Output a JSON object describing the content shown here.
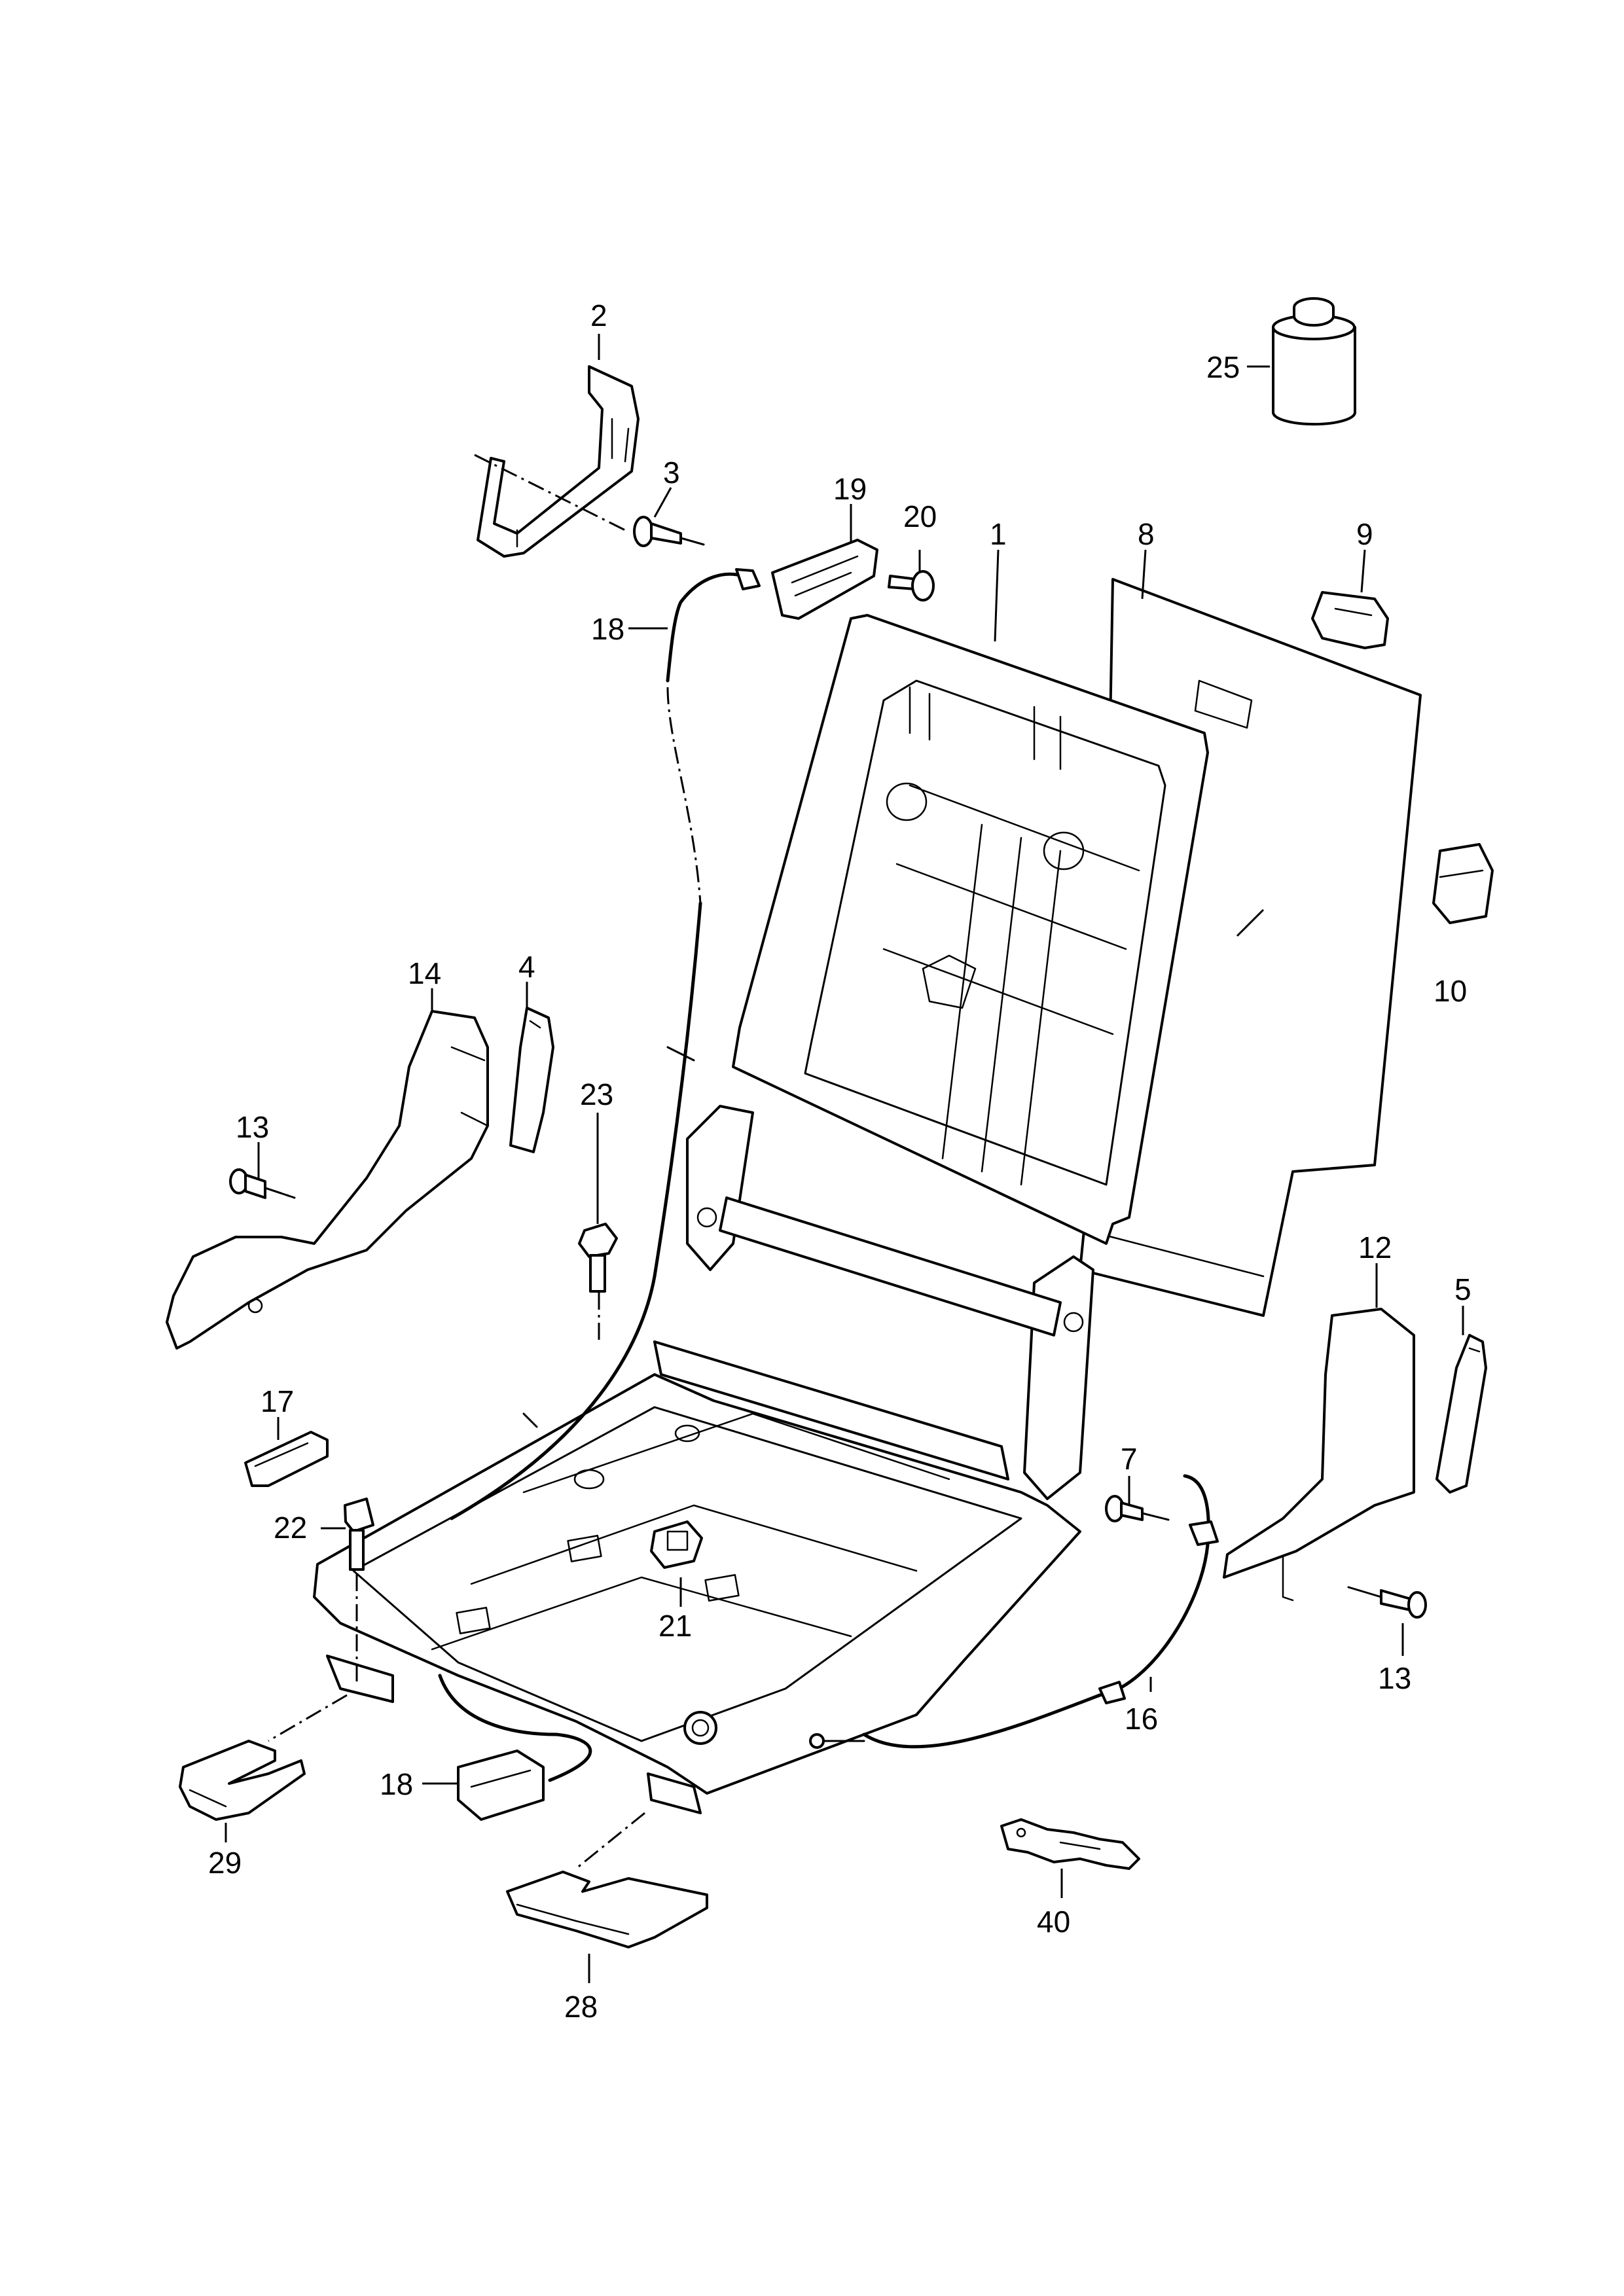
{
  "callouts": {
    "c1": "1",
    "c2": "2",
    "c3": "3",
    "c4": "4",
    "c5": "5",
    "c7": "7",
    "c8": "8",
    "c9": "9",
    "c10": "10",
    "c12": "12",
    "c13a": "13",
    "c13b": "13",
    "c14": "14",
    "c16": "16",
    "c17": "17",
    "c18a": "18",
    "c18b": "18",
    "c19": "19",
    "c20": "20",
    "c21": "21",
    "c22": "22",
    "c23": "23",
    "c25": "25",
    "c28": "28",
    "c29": "29",
    "c40": "40"
  }
}
